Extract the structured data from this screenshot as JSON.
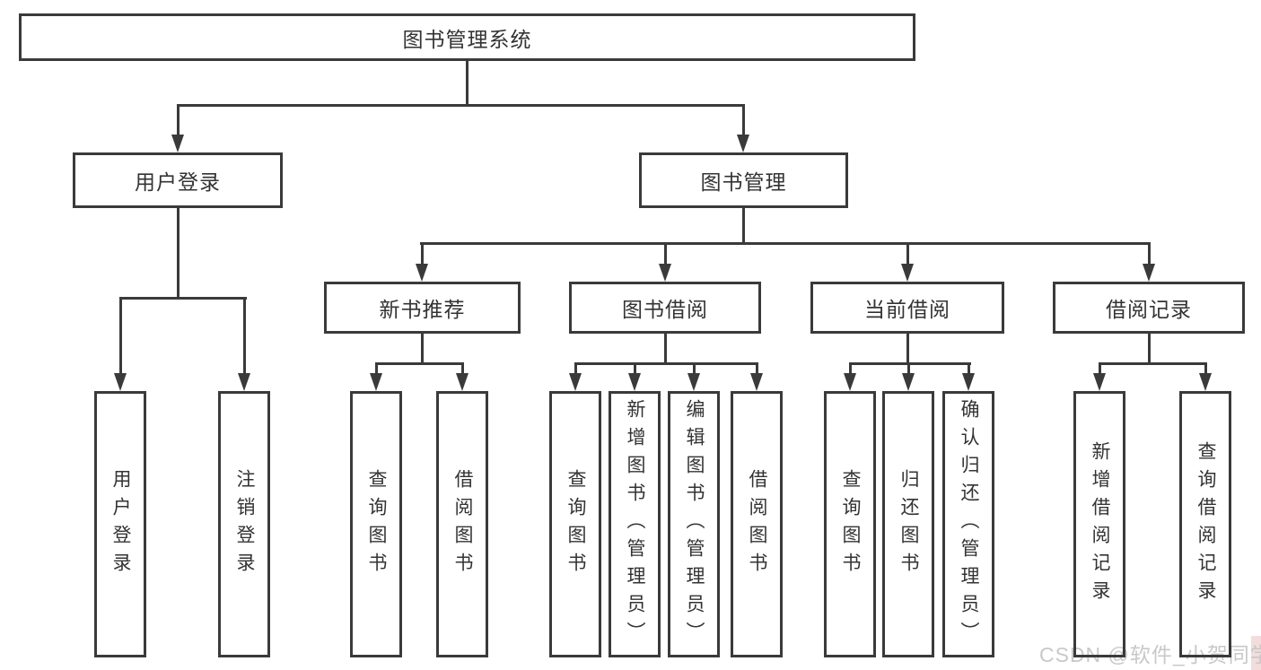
{
  "colors": {
    "line": "#3a3a3a",
    "text": "#333333",
    "watermark": "#c8c8c8",
    "background": "#ffffff",
    "accent": "#f2dddd"
  },
  "watermark": {
    "text": "CSDN @软件_小贺同学"
  },
  "tree": {
    "root": {
      "label": "图书管理系统",
      "children": [
        {
          "label": "用户登录",
          "children": [
            {
              "label": "用户登录"
            },
            {
              "label": "注销登录"
            }
          ]
        },
        {
          "label": "图书管理",
          "children": [
            {
              "label": "新书推荐",
              "children": [
                {
                  "label": "查询图书"
                },
                {
                  "label": "借阅图书"
                }
              ]
            },
            {
              "label": "图书借阅",
              "children": [
                {
                  "label": "查询图书"
                },
                {
                  "label": "新增图书（管理员）"
                },
                {
                  "label": "编辑图书（管理员）"
                },
                {
                  "label": "借阅图书"
                }
              ]
            },
            {
              "label": "当前借阅",
              "children": [
                {
                  "label": "查询图书"
                },
                {
                  "label": "归还图书"
                },
                {
                  "label": "确认归还（管理员）"
                }
              ]
            },
            {
              "label": "借阅记录",
              "children": [
                {
                  "label": "新增借阅记录"
                },
                {
                  "label": "查询借阅记录"
                }
              ]
            }
          ]
        }
      ]
    }
  }
}
